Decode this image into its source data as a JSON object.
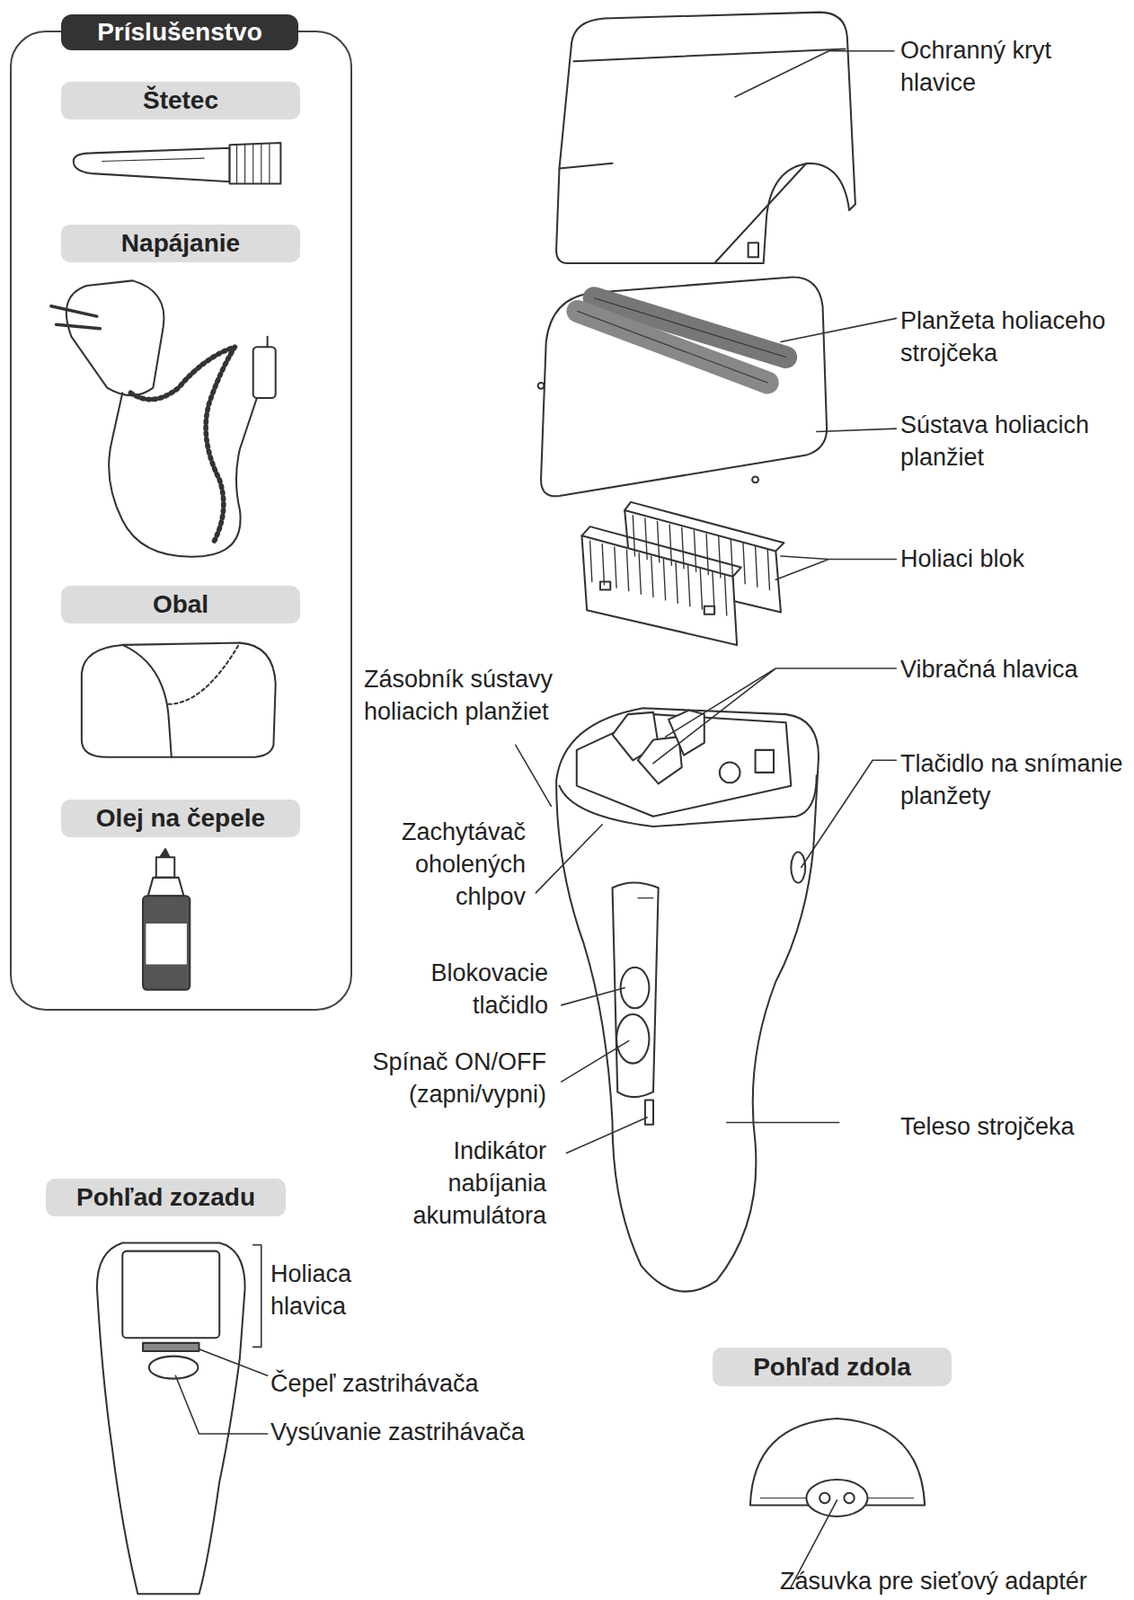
{
  "diagram": {
    "nodes": [
      {
        "text": [
          "Príslušenstvo"
        ]
      },
      {
        "text": [
          "Štetec"
        ],
        "in": 0
      },
      {
        "text": [
          "Napájanie"
        ],
        "in": 0
      },
      {
        "text": [
          "Obal"
        ],
        "in": 0
      },
      {
        "text": [
          "Olej na čepele"
        ],
        "in": 0
      },
      {
        "text": [
          "Pohľad zozadu"
        ]
      },
      {
        "text": [
          "Pohľad zdola"
        ]
      }
    ],
    "labels": [
      "Ochranný kryt hlavice",
      "Planžeta holiaceho strojčeka",
      "Sústava holiacich planžiet",
      "Holiaci blok",
      "Vibračná hlavica",
      "Zásobník sústavy holiacich planžiet",
      "Tlačidlo na snímanie planžety",
      "Zachytávač oholených chlpov",
      "Blokovacie tlačidlo",
      "Spínač ON/OFF (zapni/vypni)",
      "Indikátor nabíjania akumulátora",
      "Teleso strojčeka",
      "Holiaca hlavica",
      "Čepeľ zastrihávača",
      "Vysúvanie zastrihávača",
      "Zásuvka pre sieťový adaptér"
    ]
  }
}
